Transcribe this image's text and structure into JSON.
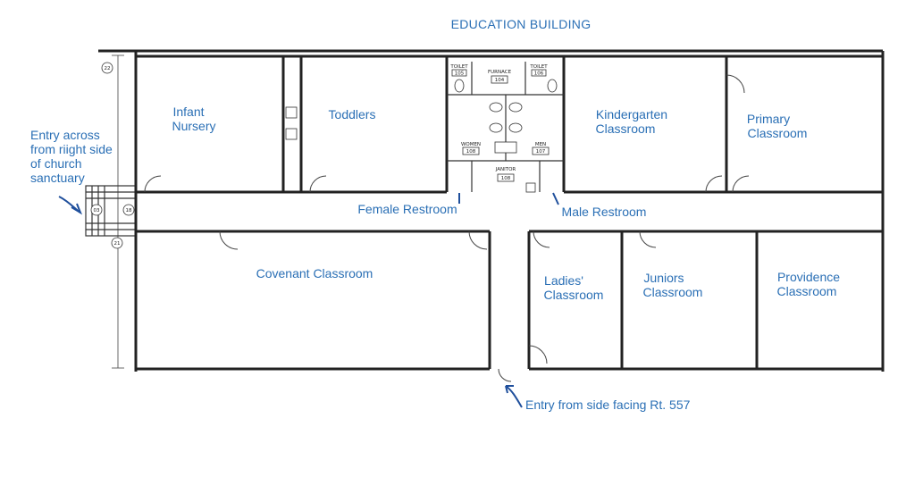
{
  "title": "EDUCATION BUILDING",
  "rooms": {
    "infant_nursery": [
      "Infant",
      "Nursery"
    ],
    "toddlers": "Toddlers",
    "kindergarten": [
      "Kindergarten",
      "Classroom"
    ],
    "primary": [
      "Primary",
      "Classroom"
    ],
    "female_restroom": "Female Restroom",
    "male_restroom": "Male Restroom",
    "covenant": "Covenant Classroom",
    "ladies": [
      "Ladies'",
      "Classroom"
    ],
    "juniors": [
      "Juniors",
      "Classroom"
    ],
    "providence": [
      "Providence",
      "Classroom"
    ]
  },
  "small_labels": {
    "toilet_left": "TOILET",
    "toilet_left_num": "105",
    "furnace": "FURNACE",
    "furnace_num": "104",
    "toilet_right": "TOILET",
    "toilet_right_num": "106",
    "women": "WOMEN",
    "women_num": "108",
    "men": "MEN",
    "men_num": "107",
    "janitor": "JANITOR",
    "janitor_num": "108",
    "grid_22": "22",
    "grid_21": "21",
    "hall_num": "18",
    "entry_num": "03"
  },
  "annotations": {
    "left_entry": [
      "Entry across",
      "from riight side",
      "of church",
      "sanctuary"
    ],
    "bottom_entry": "Entry from side facing Rt. 557"
  },
  "colors": {
    "label": "#2a6fb5",
    "arrow": "#1f4f9c",
    "wall": "#222222"
  }
}
